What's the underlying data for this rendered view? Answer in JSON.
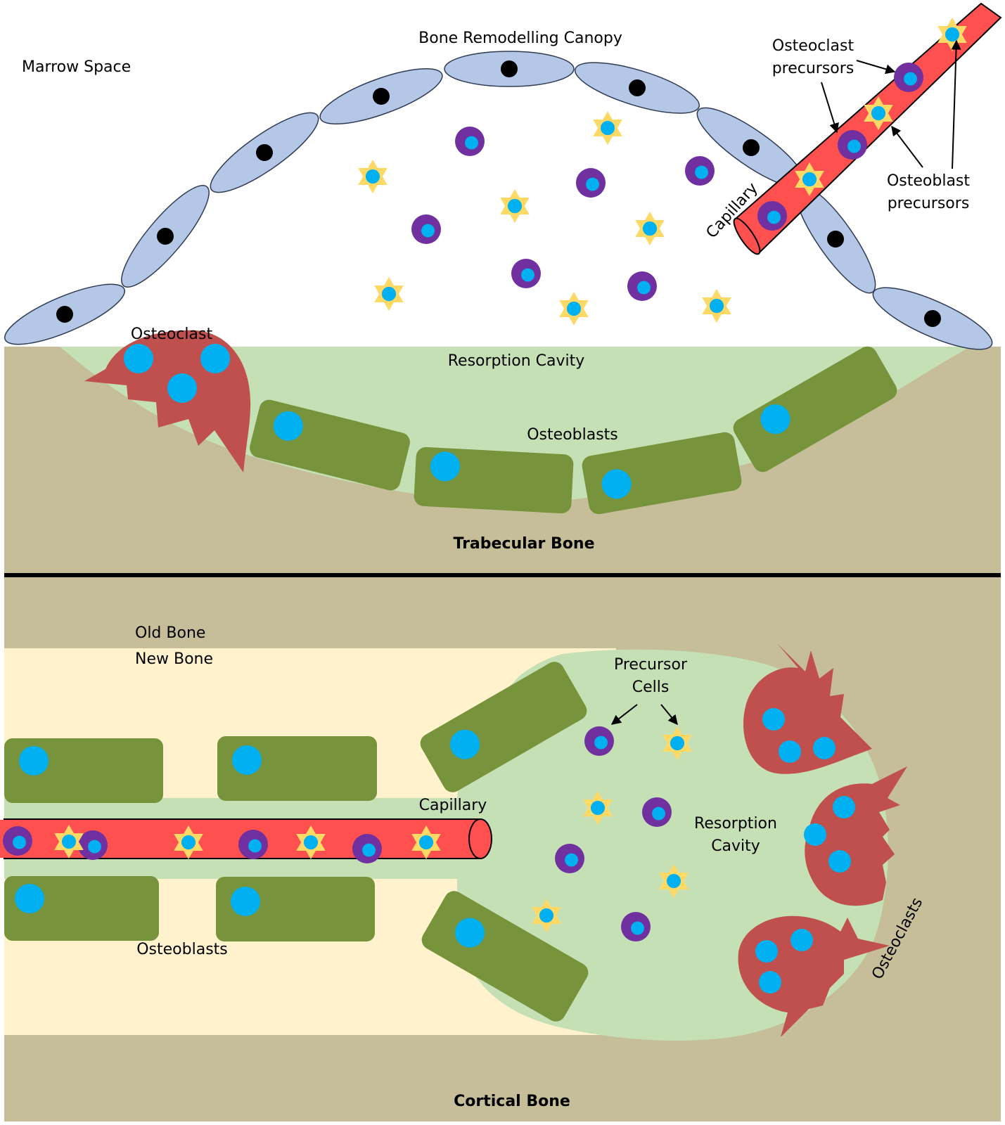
{
  "labels": {
    "marrow_space": "Marrow Space",
    "canopy": "Bone Remodelling Canopy",
    "osteoclast_precursors": [
      "Osteoclast",
      "precursors"
    ],
    "osteoblast_precursors": [
      "Osteoblast",
      "precursors"
    ],
    "capillary_top": "Capillary",
    "osteoclast": "Osteoclast",
    "resorption_cavity_top": "Resorption Cavity",
    "osteoblasts_top": "Osteoblasts",
    "trabecular_bone": "Trabecular Bone",
    "old_bone": "Old Bone",
    "new_bone": "New Bone",
    "precursor_cells": [
      "Precursor",
      "Cells"
    ],
    "capillary_bottom": "Capillary",
    "resorption_cavity_bottom": [
      "Resorption",
      "Cavity"
    ],
    "osteoblasts_bottom": "Osteoblasts",
    "osteoclasts": "Osteoclasts",
    "cortical_bone": "Cortical Bone"
  },
  "colors": {
    "bone": "#c5be99",
    "canopy_cell": "#b4c7e7",
    "cavity": "#c5e0b4",
    "osteoblast": "#77933c",
    "osteoclast": "#c0504d",
    "nucleus": "#00b0f0",
    "capillary": "#ff5050",
    "precursor_purple": "#7030a0",
    "precursor_star": "#ffd966",
    "new_bone": "#fff2cc"
  }
}
